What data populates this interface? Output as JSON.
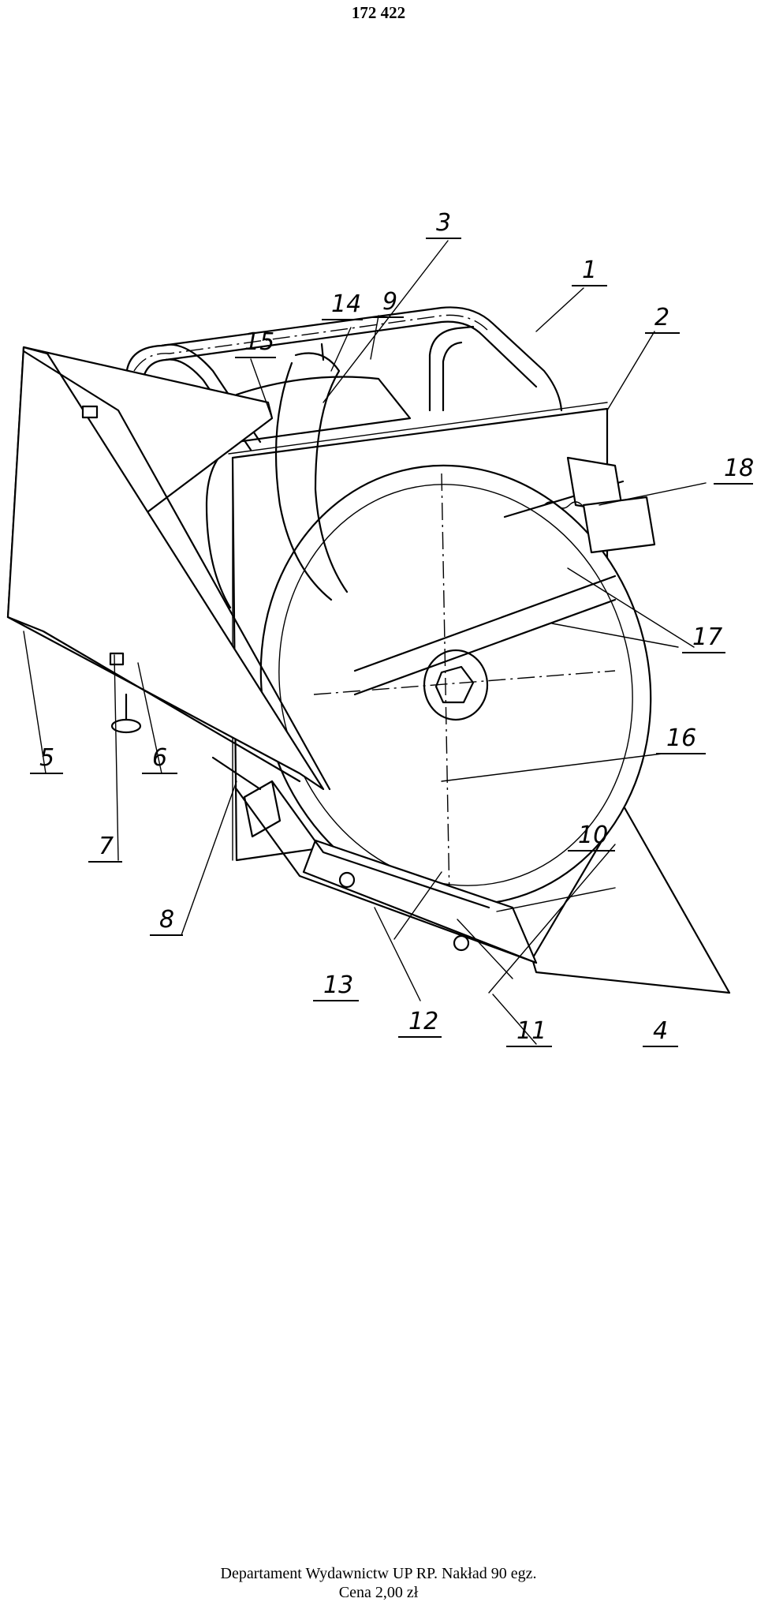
{
  "header": {
    "page_number": "172 422"
  },
  "figure": {
    "labels": [
      "1",
      "2",
      "3",
      "4",
      "5",
      "6",
      "7",
      "8",
      "9",
      "10",
      "11",
      "12",
      "13",
      "14",
      "15",
      "16",
      "17",
      "18"
    ]
  },
  "footer": {
    "line1": "Departament Wydawnictw UP RP. Nakład 90 egz.",
    "line2": "Cena 2,00 zł"
  }
}
